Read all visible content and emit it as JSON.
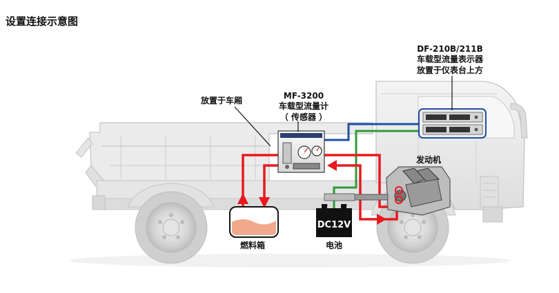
{
  "title": "设置连接示意图",
  "labels": {
    "display_model": "DF-210B/211B",
    "display_name": "车载型流量表示器",
    "display_place": "放置于仪表台上方",
    "cargo_place": "放置于车厢",
    "sensor_model": "MF-3200",
    "sensor_name": "车载型流量计",
    "sensor_sub": "（ 传感器 ）",
    "engine": "发动机",
    "fuel_tank": "燃料箱",
    "battery": "电池",
    "battery_voltage": "DC12V"
  },
  "colors": {
    "fuel_line": "#e8191f",
    "signal_line": "#1f4fa3",
    "power_line": "#2f9a3a",
    "fuel": "#f0a98a",
    "truck_body": "#e9e9e9",
    "truck_outline": "#c4c4c4"
  }
}
